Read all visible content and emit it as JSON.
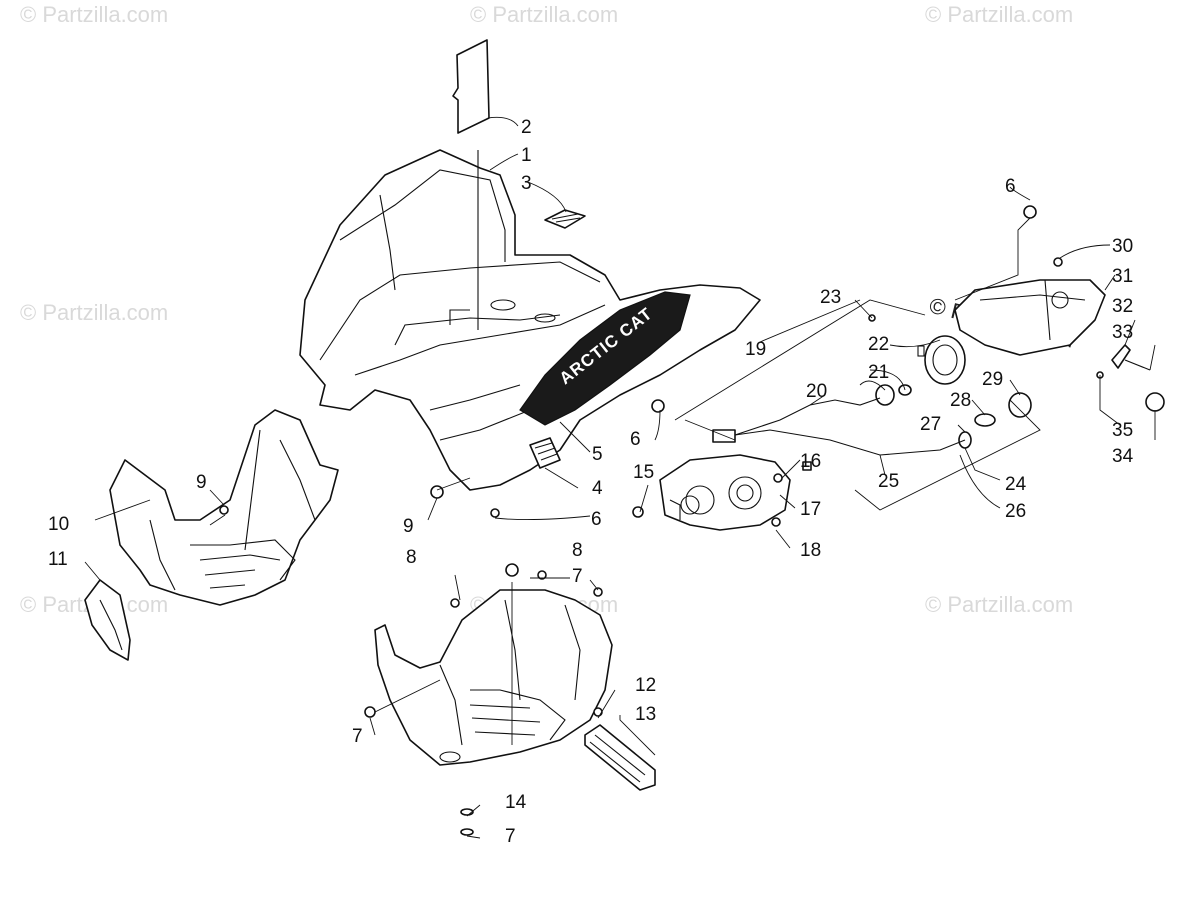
{
  "watermark": {
    "text": "© Partzilla.com"
  },
  "decal": {
    "brand_text": "ARCTIC CAT"
  },
  "callouts": [
    "1",
    "2",
    "3",
    "4",
    "5",
    "6",
    "6",
    "6",
    "7",
    "7",
    "7",
    "7",
    "8",
    "8",
    "9",
    "9",
    "10",
    "11",
    "12",
    "13",
    "14",
    "15",
    "16",
    "17",
    "18",
    "19",
    "20",
    "21",
    "22",
    "23",
    "24",
    "25",
    "26",
    "27",
    "28",
    "29",
    "30",
    "31",
    "32",
    "33",
    "34",
    "35"
  ]
}
